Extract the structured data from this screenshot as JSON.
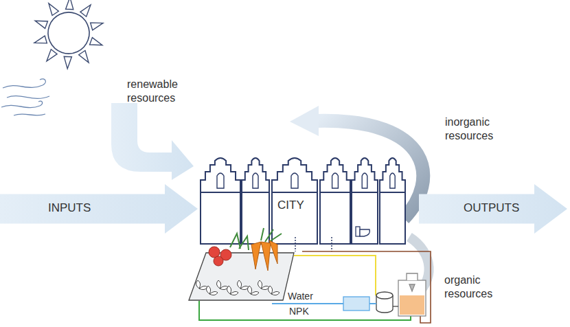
{
  "diagram": {
    "nodes": [
      {
        "text": [
          "INPUTS"
        ]
      },
      {
        "text": [
          "CITY"
        ]
      },
      {
        "text": [
          "OUTPUTS"
        ]
      }
    ],
    "labels": [
      "renewable resources",
      "inorganic resources",
      "organic resources",
      "Water",
      "NPK"
    ]
  }
}
